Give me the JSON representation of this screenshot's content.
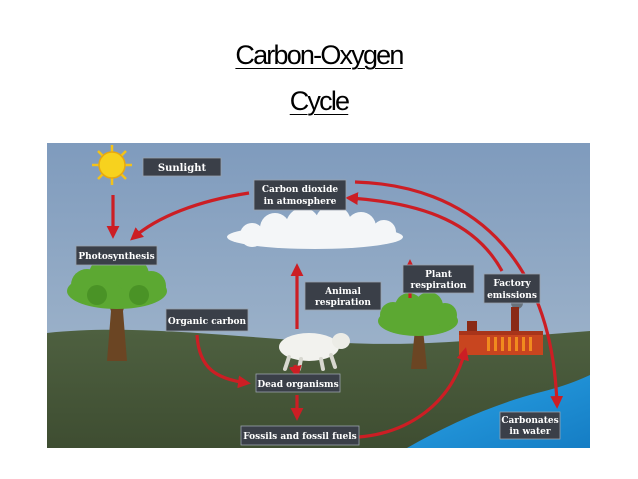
{
  "title": {
    "line1": "Carbon-Oxygen",
    "line2": "Cycle"
  },
  "diagram": {
    "labels": {
      "sunlight": "Sunlight",
      "co2_line1": "Carbon dioxide",
      "co2_line2": "in atmosphere",
      "photosynthesis": "Photosynthesis",
      "organic_carbon": "Organic carbon",
      "animal_line1": "Animal",
      "animal_line2": "respiration",
      "plant_line1": "Plant",
      "plant_line2": "respiration",
      "factory_line1": "Factory",
      "factory_line2": "emissions",
      "dead_organisms": "Dead organisms",
      "fossils": "Fossils and fossil fuels",
      "carbonates_line1": "Carbonates",
      "carbonates_line2": "in water"
    },
    "colors": {
      "sky": "#8ea6c4",
      "ground": "#4a5c3a",
      "water": "#1f8fd6",
      "arrow": "#cc1e24",
      "label_box": "#3a3f48"
    }
  }
}
